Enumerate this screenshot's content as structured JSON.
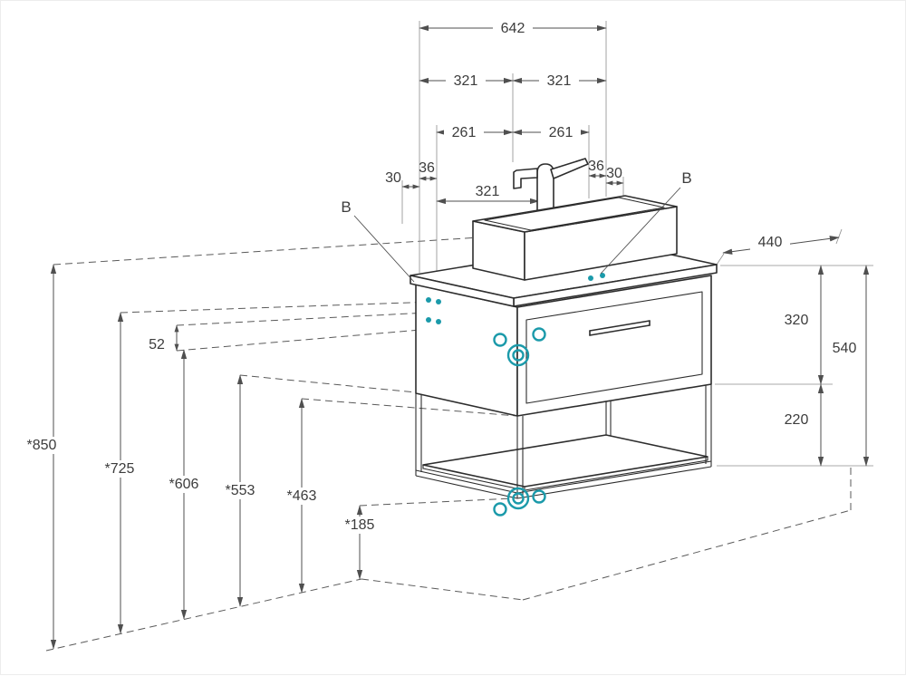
{
  "drawing": {
    "type": "vanity-cabinet-dimension-diagram",
    "colors": {
      "accent_teal": "#1b9aaa",
      "object_line": "#2d2d2d",
      "dimension_line": "#4f4f4f"
    },
    "dims": {
      "total_width": "642",
      "half_left": "321",
      "half_right": "321",
      "basin_left": "261",
      "basin_right": "261",
      "off30_left": "30",
      "off36_left": "36",
      "off36_right": "36",
      "off30_right": "30",
      "faucet_span": "321",
      "depth": "440",
      "upper_height": "320",
      "body_height": "540",
      "shelf_height": "220",
      "gap52": "52",
      "h850": "*850",
      "h725": "*725",
      "h606": "*606",
      "h553": "*553",
      "h463": "*463",
      "h185": "*185"
    },
    "callouts": {
      "b_left": "B",
      "b_right": "B"
    }
  }
}
